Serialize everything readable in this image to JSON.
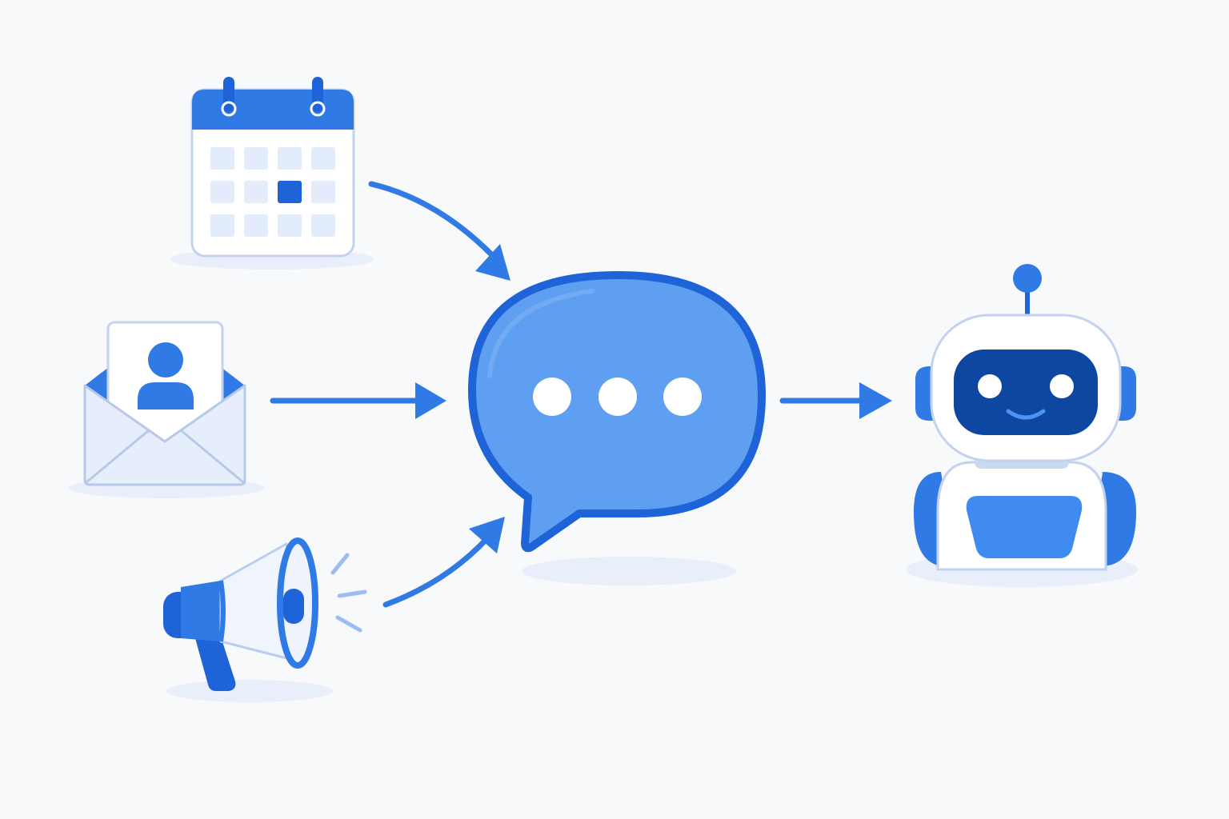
{
  "diagram": {
    "kind": "flow",
    "nodes": [
      {
        "id": "calendar",
        "icon": "calendar-icon"
      },
      {
        "id": "email",
        "icon": "envelope-contact-icon"
      },
      {
        "id": "announcement",
        "icon": "megaphone-icon"
      },
      {
        "id": "chat",
        "icon": "chat-bubble-icon"
      },
      {
        "id": "bot",
        "icon": "robot-icon"
      }
    ],
    "edges": [
      {
        "from": "calendar",
        "to": "chat"
      },
      {
        "from": "email",
        "to": "chat"
      },
      {
        "from": "announcement",
        "to": "chat"
      },
      {
        "from": "chat",
        "to": "bot"
      }
    ]
  },
  "colors": {
    "background": "#f8f9fb",
    "primary": "#2f7ae5",
    "primary_dark": "#1f63d8",
    "light": "#e6eefb",
    "navy": "#0d47a1",
    "bubble_fill": "#5f9ff2",
    "shadow": "#e8eefa"
  }
}
